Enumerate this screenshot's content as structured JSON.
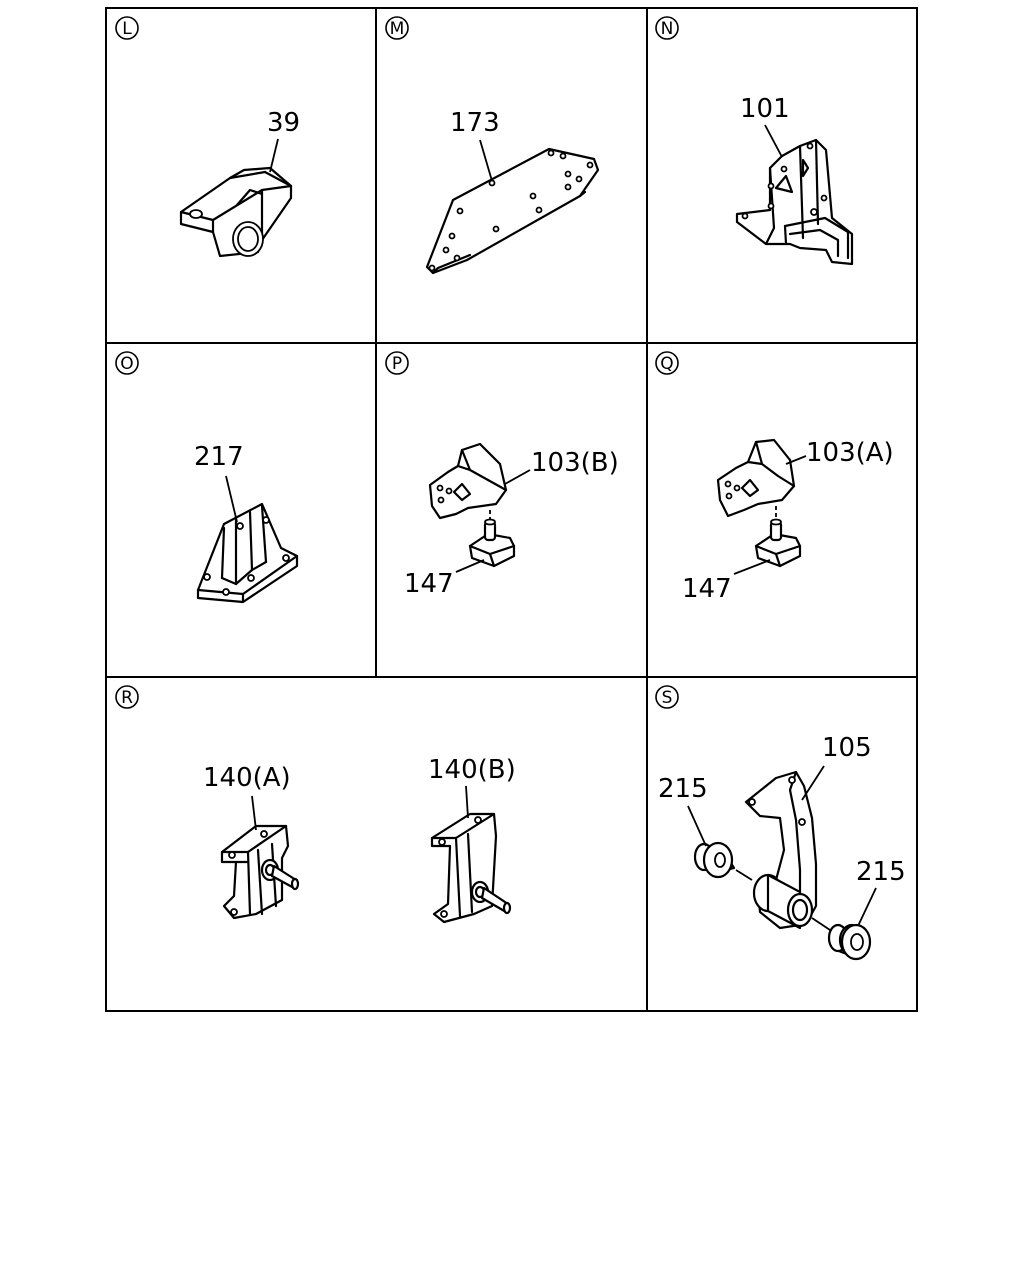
{
  "panels": [
    {
      "id": "L",
      "parts": [
        {
          "label": "39"
        }
      ]
    },
    {
      "id": "M",
      "parts": [
        {
          "label": "173"
        }
      ]
    },
    {
      "id": "N",
      "parts": [
        {
          "label": "101"
        }
      ]
    },
    {
      "id": "O",
      "parts": [
        {
          "label": "217"
        }
      ]
    },
    {
      "id": "P",
      "parts": [
        {
          "label": "103(B)"
        },
        {
          "label": "147"
        }
      ]
    },
    {
      "id": "Q",
      "parts": [
        {
          "label": "103(A)"
        },
        {
          "label": "147"
        }
      ]
    },
    {
      "id": "R",
      "parts": [
        {
          "label": "140(A)"
        },
        {
          "label": "140(B)"
        }
      ]
    },
    {
      "id": "S",
      "parts": [
        {
          "label": "105"
        },
        {
          "label": "215"
        },
        {
          "label": "215"
        }
      ]
    }
  ]
}
